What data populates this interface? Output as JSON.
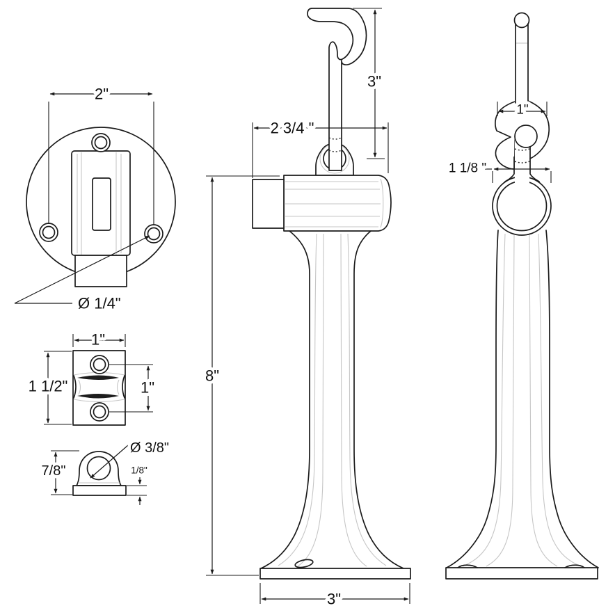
{
  "drawing": {
    "colors": {
      "line": "#1a1a1a",
      "shade": "#c6c6c6",
      "background": "#ffffff"
    },
    "views": {
      "top": {
        "dims": {
          "screw_spacing": "2\"",
          "screw_hole_dia": "Ø 1/4\""
        }
      },
      "keeper": {
        "dims": {
          "width": "1\"",
          "height": "1 1/2\"",
          "hole_spacing": "1\""
        }
      },
      "eyelet": {
        "dims": {
          "height": "7/8\"",
          "hole_dia": "Ø 3/8\"",
          "base_thickness": "1/8\""
        }
      },
      "front": {
        "dims": {
          "hook_height": "3\"",
          "hook_reach": "2 3/4 \"",
          "overall_height": "8\"",
          "base_width": "3\""
        }
      },
      "side": {
        "dims": {
          "hook_width": "1\"",
          "bumper_dia": "1 1/8 \""
        }
      }
    }
  }
}
